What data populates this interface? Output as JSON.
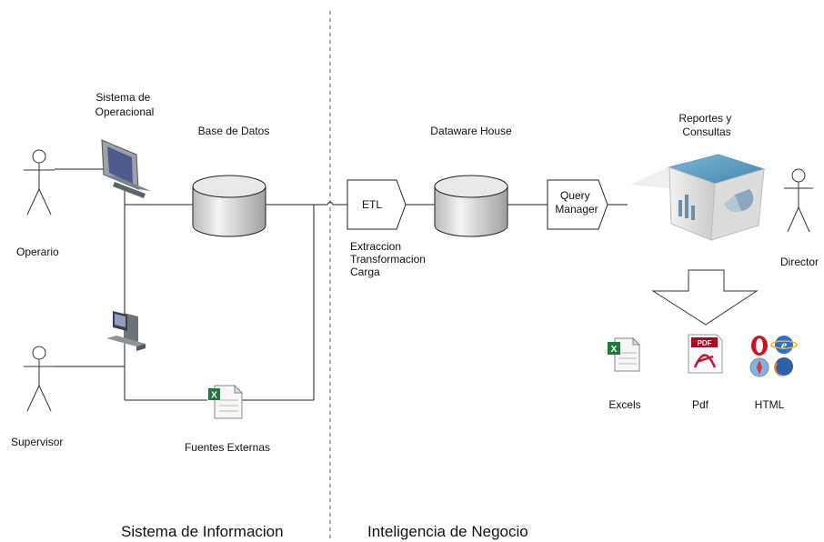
{
  "actors": {
    "operario": "Operario",
    "supervisor": "Supervisor",
    "director": "Director"
  },
  "nodes": {
    "sistema_operacional": [
      "Sistema de",
      "Operacional"
    ],
    "base_datos": "Base de Datos",
    "dataware_house": "Dataware House",
    "reportes": [
      "Reportes y",
      "Consultas"
    ],
    "fuentes_externas": "Fuentes Externas",
    "etl": "ETL",
    "etl_desc": [
      "Extraccion",
      "Transformacion",
      "Carga"
    ],
    "query_manager": [
      "Query",
      "Manager"
    ]
  },
  "outputs": {
    "excels": "Excels",
    "pdf": "Pdf",
    "html": "HTML",
    "pdf_badge": "PDF"
  },
  "sections": {
    "left": "Sistema de Informacion",
    "right": "Inteligencia de Negocio"
  },
  "colors": {
    "line": "#222222",
    "excel_green": "#1f7a3a",
    "pdf_red": "#c8102e"
  }
}
